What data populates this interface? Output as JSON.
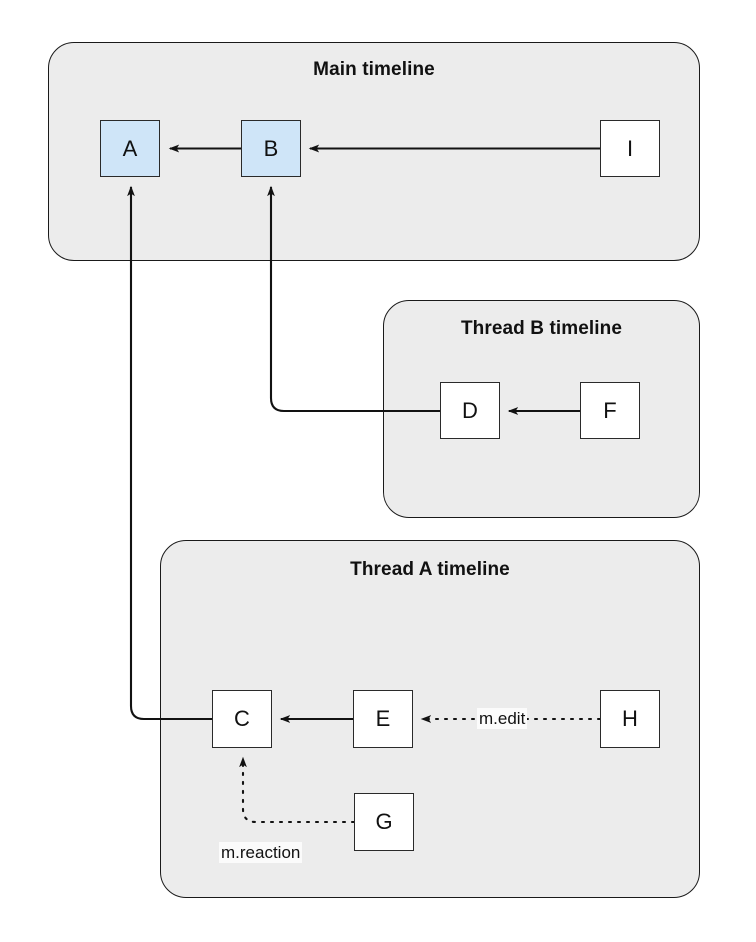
{
  "diagram": {
    "title_main": "Main timeline",
    "title_thread_b": "Thread B timeline",
    "title_thread_a": "Thread A timeline",
    "colors": {
      "group_fill": "#ececec",
      "group_stroke": "#1a1a1a",
      "box_fill": "#ffffff",
      "box_highlight_fill": "#cfe5f8",
      "box_stroke": "#2a2a2a",
      "edge_stroke": "#121212",
      "label_bg": "#fbfbfb",
      "canvas_bg": "#ffffff"
    },
    "groups": [
      {
        "id": "main",
        "label": "Main timeline"
      },
      {
        "id": "thread_b",
        "label": "Thread B timeline"
      },
      {
        "id": "thread_a",
        "label": "Thread A timeline"
      }
    ],
    "nodes": [
      {
        "id": "A",
        "label": "A",
        "group": "main",
        "highlight": true
      },
      {
        "id": "B",
        "label": "B",
        "group": "main",
        "highlight": true
      },
      {
        "id": "I",
        "label": "I",
        "group": "main",
        "highlight": false
      },
      {
        "id": "D",
        "label": "D",
        "group": "thread_b",
        "highlight": false
      },
      {
        "id": "F",
        "label": "F",
        "group": "thread_b",
        "highlight": false
      },
      {
        "id": "C",
        "label": "C",
        "group": "thread_a",
        "highlight": false
      },
      {
        "id": "E",
        "label": "E",
        "group": "thread_a",
        "highlight": false
      },
      {
        "id": "G",
        "label": "G",
        "group": "thread_a",
        "highlight": false
      },
      {
        "id": "H",
        "label": "H",
        "group": "thread_a",
        "highlight": false
      }
    ],
    "edges": [
      {
        "from": "B",
        "to": "A",
        "style": "solid",
        "label": ""
      },
      {
        "from": "I",
        "to": "B",
        "style": "solid",
        "label": ""
      },
      {
        "from": "F",
        "to": "D",
        "style": "solid",
        "label": ""
      },
      {
        "from": "D",
        "to": "B",
        "style": "solid",
        "label": ""
      },
      {
        "from": "C",
        "to": "A",
        "style": "solid",
        "label": ""
      },
      {
        "from": "E",
        "to": "C",
        "style": "solid",
        "label": ""
      },
      {
        "from": "H",
        "to": "E",
        "style": "dotted",
        "label": "m.edit"
      },
      {
        "from": "G",
        "to": "C",
        "style": "dotted",
        "label": "m.reaction"
      }
    ],
    "labels": {
      "m_edit": "m.edit",
      "m_reaction": "m.reaction"
    }
  }
}
